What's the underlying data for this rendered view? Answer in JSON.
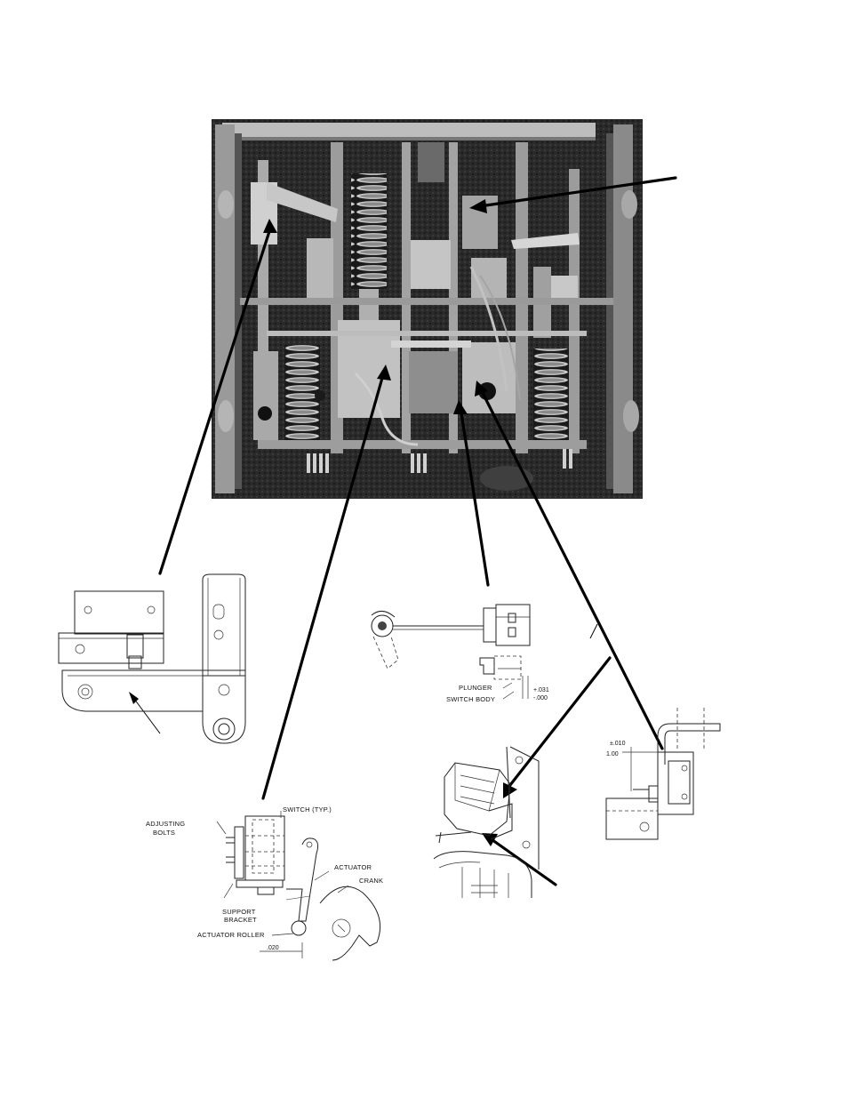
{
  "photo": {
    "subject": "mechanism-photo"
  },
  "detail_switch": {
    "labels": {
      "switch": "SWITCH (TYP.)",
      "adjusting_bolts_1": "ADJUSTING",
      "adjusting_bolts_2": "BOLTS",
      "actuator": "ACTUATOR",
      "crank": "CRANK",
      "support_1": "SUPPORT",
      "support_2": "BRACKET",
      "actuator_roller": "ACTUATOR ROLLER",
      "gap": ".020"
    }
  },
  "detail_plunger": {
    "labels": {
      "plunger": "PLUNGER",
      "switch_body": "SWITCH BODY",
      "tol_upper": "+.031",
      "tol_lower": "-.000"
    }
  },
  "detail_bracket": {
    "labels": {
      "dimension": "1.00",
      "tolerance": "±.010"
    }
  }
}
